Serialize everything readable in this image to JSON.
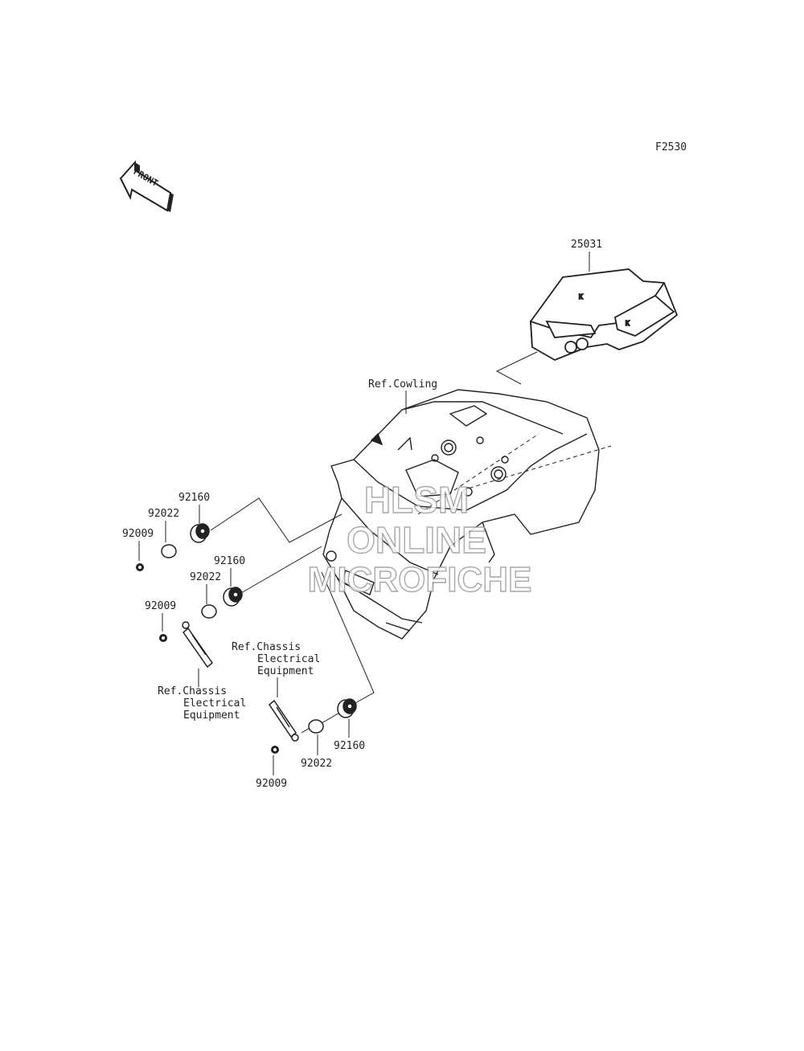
{
  "figure_code": "F2530",
  "front_arrow_label": "FRONT",
  "parts": {
    "meter_assembly": "25031",
    "ref_cowling": "Ref.Cowling",
    "grommet_1": "92160",
    "grommet_2": "92160",
    "grommet_3": "92160",
    "washer_1": "92022",
    "washer_2": "92022",
    "washer_3": "92022",
    "bolt_1": "92009",
    "bolt_2": "92009",
    "bolt_3": "92009"
  },
  "ref_chassis_left": [
    "Ref.Chassis",
    "Electrical",
    "Equipment"
  ],
  "ref_chassis_right": [
    "Ref.Chassis",
    "Electrical",
    "Equipment"
  ],
  "watermark": [
    "HLSM",
    "ONLINE",
    "MICROFICHE"
  ]
}
